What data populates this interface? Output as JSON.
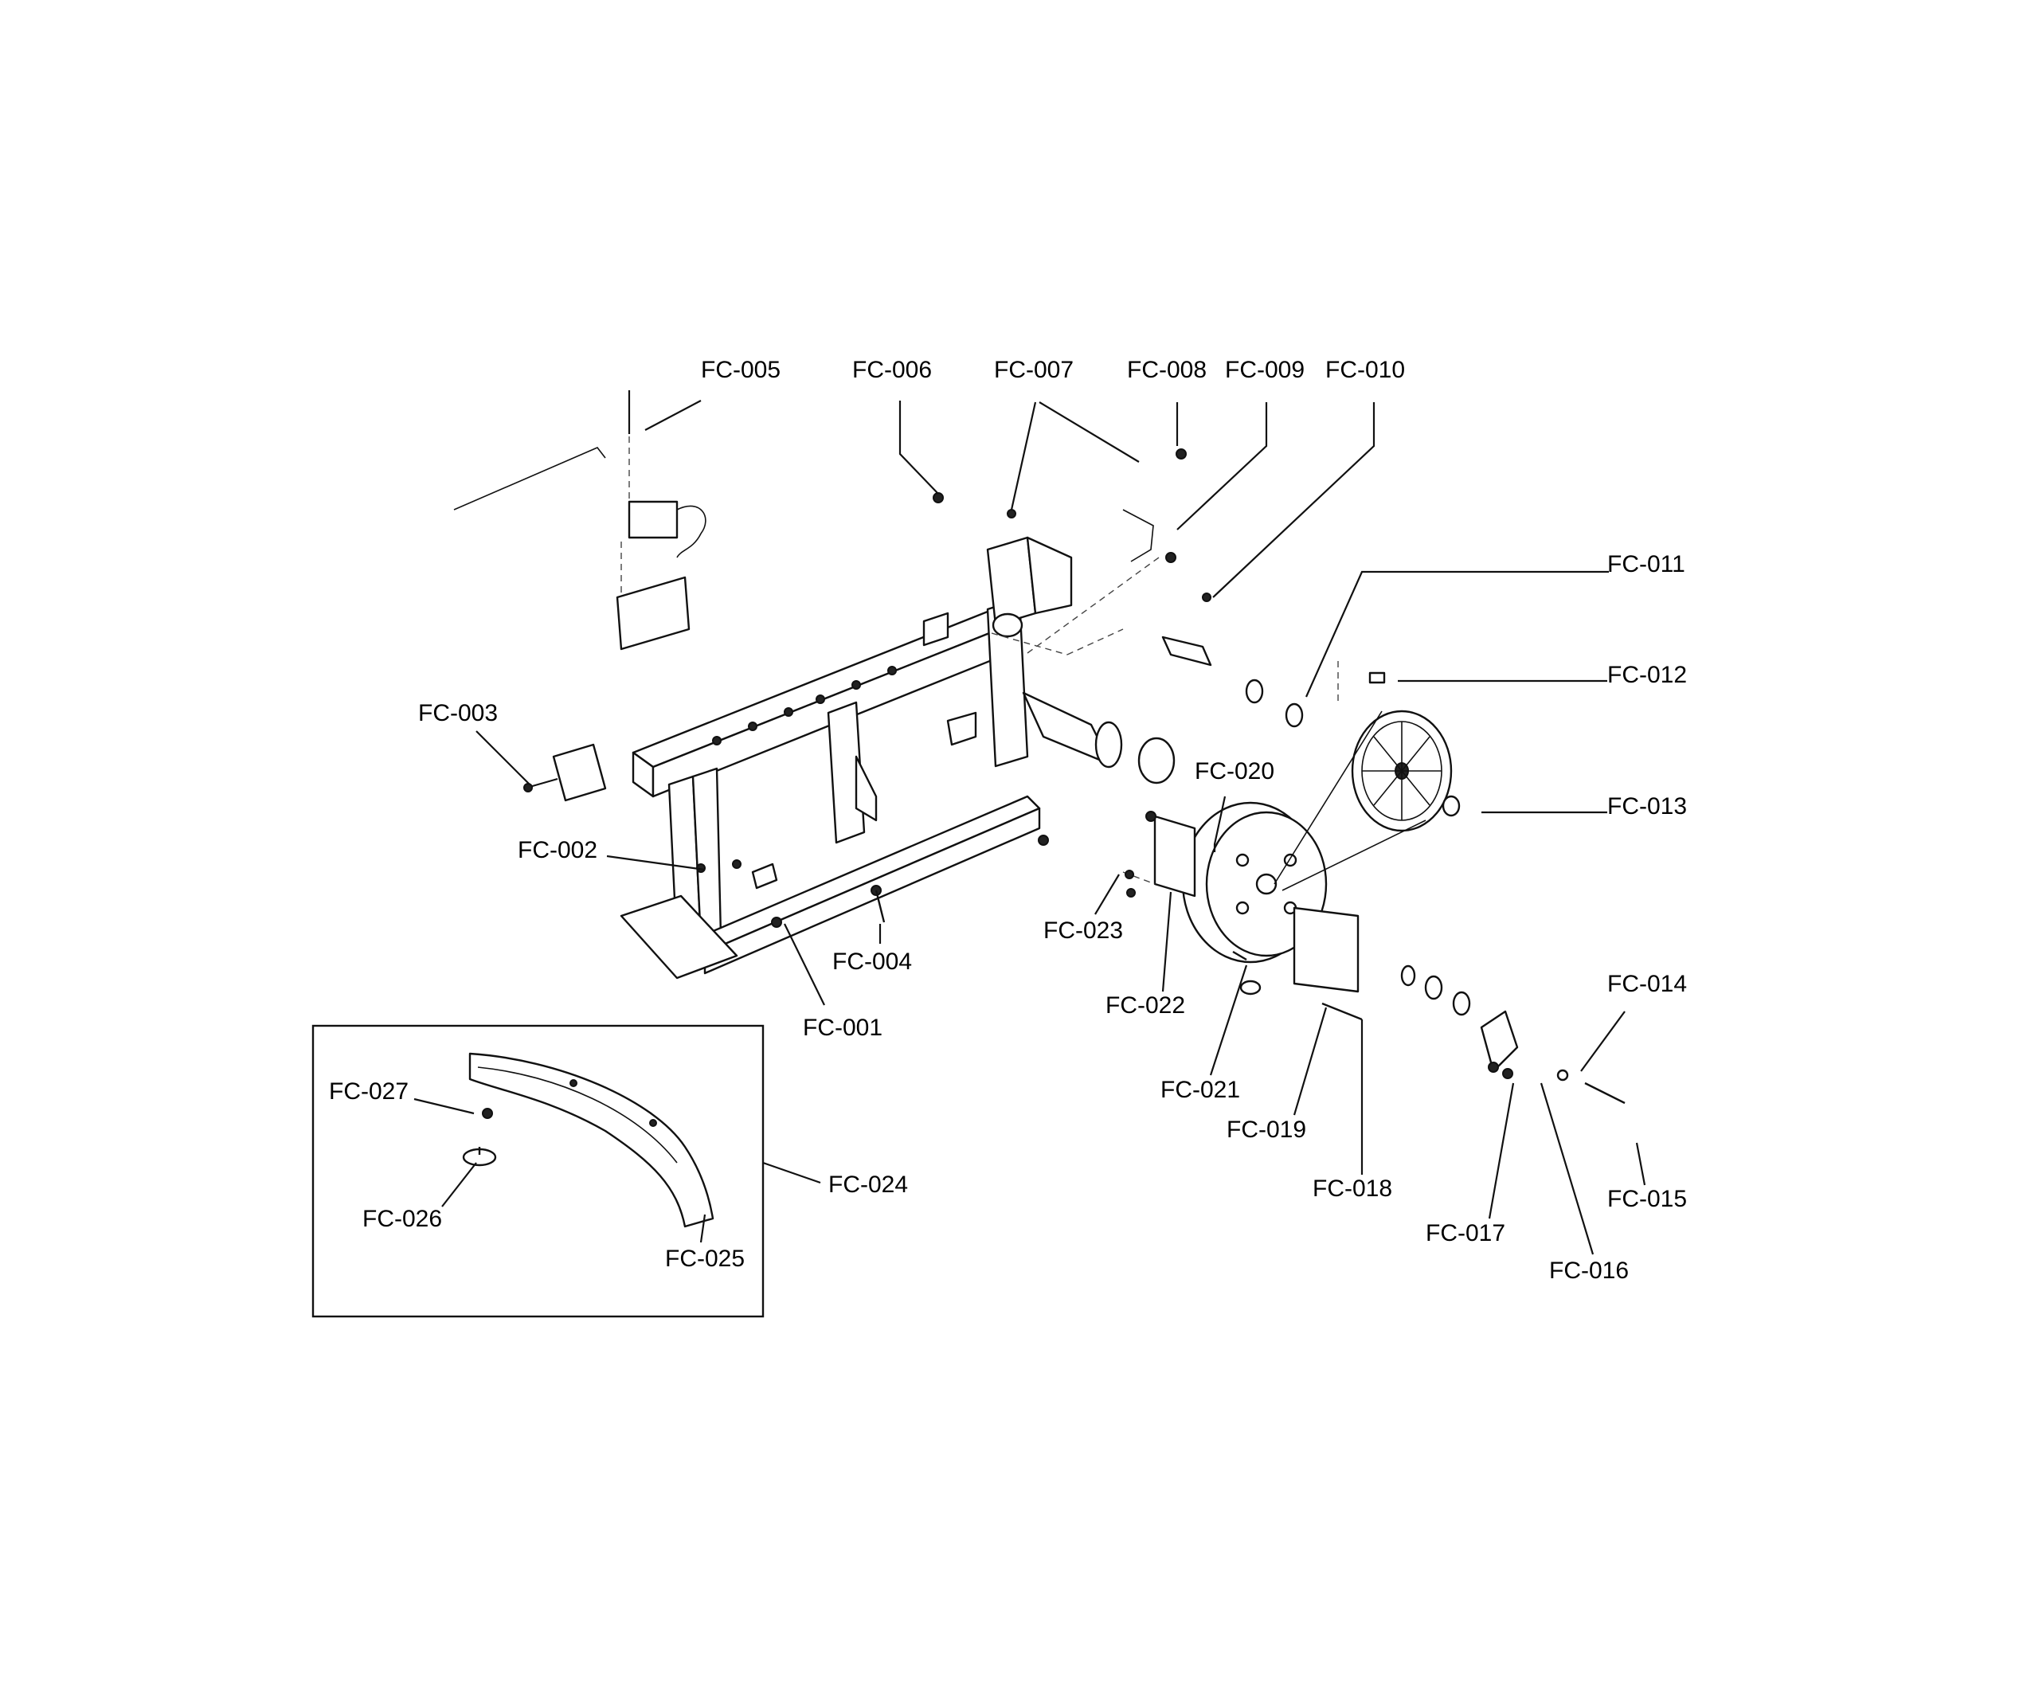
{
  "callouts": {
    "fc001": "FC-001",
    "fc002": "FC-002",
    "fc003": "FC-003",
    "fc004": "FC-004",
    "fc005": "FC-005",
    "fc006": "FC-006",
    "fc007": "FC-007",
    "fc008": "FC-008",
    "fc009": "FC-009",
    "fc010": "FC-010",
    "fc011": "FC-011",
    "fc012": "FC-012",
    "fc013": "FC-013",
    "fc014": "FC-014",
    "fc015": "FC-015",
    "fc016": "FC-016",
    "fc017": "FC-017",
    "fc018": "FC-018",
    "fc019": "FC-019",
    "fc020": "FC-020",
    "fc021": "FC-021",
    "fc022": "FC-022",
    "fc023": "FC-023",
    "fc024": "FC-024",
    "fc025": "FC-025",
    "fc026": "FC-026",
    "fc027": "FC-027"
  }
}
